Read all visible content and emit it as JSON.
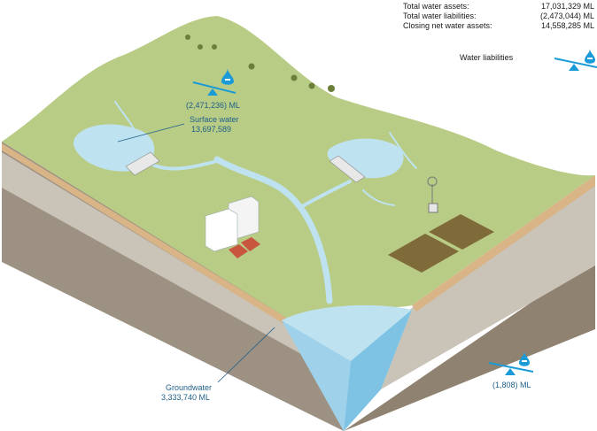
{
  "summary": {
    "rows": [
      {
        "label": "Total water assets:",
        "value": "17,031,329 ML"
      },
      {
        "label": "Total water liabilities:",
        "value": "(2,473,044) ML"
      },
      {
        "label": "Closing net water assets:",
        "value": "14,558,285 ML"
      }
    ]
  },
  "legend": {
    "label": "Water liabilities"
  },
  "surface_water": {
    "liability": "(2,471,236) ML",
    "name": "Surface water",
    "value": "13,697,589"
  },
  "groundwater": {
    "name": "Groundwater",
    "value": "3,333,740 ML",
    "liability": "(1,808) ML"
  },
  "colors": {
    "land": "#b9cc86",
    "water": "#bfe2f0",
    "accent": "#1a9bd7",
    "soil": "#a59b8b",
    "rock": "#8f8270",
    "sand": "#d9b487"
  },
  "icons": [
    "water-drop-minus-icon",
    "seesaw-icon",
    "windmill-icon",
    "dam-wall-icon",
    "tree-icon"
  ]
}
